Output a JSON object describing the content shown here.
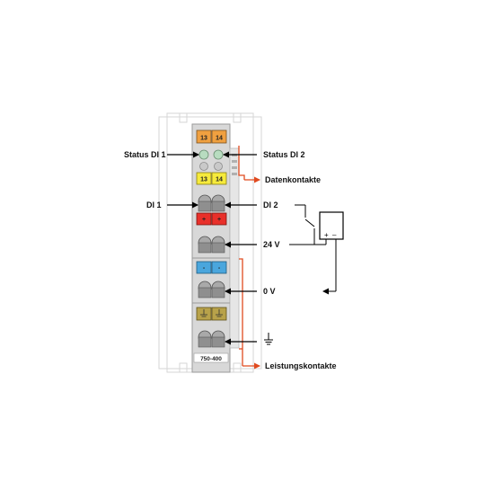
{
  "labels": {
    "status_di1": "Status DI 1",
    "status_di2": "Status DI 2",
    "data_contacts": "Datenkontakte",
    "di1": "DI 1",
    "di2": "DI 2",
    "v24": "24 V",
    "v0": "0 V",
    "power_contacts": "Leistungskontakte",
    "model": "750-400"
  },
  "module": {
    "top_tab_left": "13",
    "top_tab_right": "14",
    "yellow_tab_left": "13",
    "yellow_tab_right": "14",
    "plus_left": "+",
    "plus_right": "+",
    "minus_left": "-",
    "minus_right": "-"
  },
  "source": {
    "plus": "+",
    "minus": "–"
  },
  "icons": {
    "ground": "ground-icon"
  },
  "colors": {
    "arrow": "#000000",
    "contact_arrow": "#e04a1f",
    "top_tab": "#f0a040",
    "yellow_tab": "#f6ea3c",
    "red_block": "#e8302a",
    "blue_block": "#4aa6dd",
    "olive_block": "#b8a24a",
    "housing": "#d8d8d8",
    "frame": "#d4d4d4"
  }
}
